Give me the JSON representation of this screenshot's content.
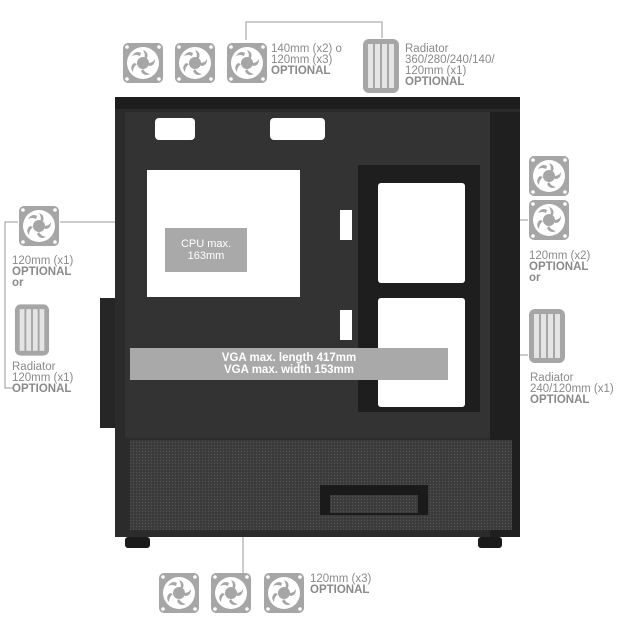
{
  "top": {
    "fan_label": [
      "140mm (x2) o",
      "120mm (x3)"
    ],
    "fan_optional": "OPTIONAL",
    "radiator_label": [
      "Radiator",
      "360/280/240/140/",
      "120mm (x1)"
    ],
    "radiator_optional": "OPTIONAL"
  },
  "left": {
    "fan_label": "120mm (x1)",
    "fan_optional": "OPTIONAL",
    "or": "or",
    "radiator_label": [
      "Radiator",
      "120mm (x1)"
    ],
    "radiator_optional": "OPTIONAL"
  },
  "right": {
    "fan_label": "120mm (x2)",
    "fan_optional": "OPTIONAL",
    "or": "or",
    "radiator_label": [
      "Radiator",
      "240/120mm (x1)"
    ],
    "radiator_optional": "OPTIONAL"
  },
  "bottom": {
    "fan_label": "120mm (x3)",
    "fan_optional": "OPTIONAL"
  },
  "cpu": [
    "CPU max.",
    "163mm"
  ],
  "vga": [
    "VGA max. length 417mm",
    "VGA max. width 153mm"
  ],
  "colors": {
    "icon": "#a6a6a6",
    "case": "#2b2b2b",
    "label": "#8a8a8a"
  },
  "icons": {
    "fan": "fan-icon",
    "radiator": "radiator-icon"
  }
}
